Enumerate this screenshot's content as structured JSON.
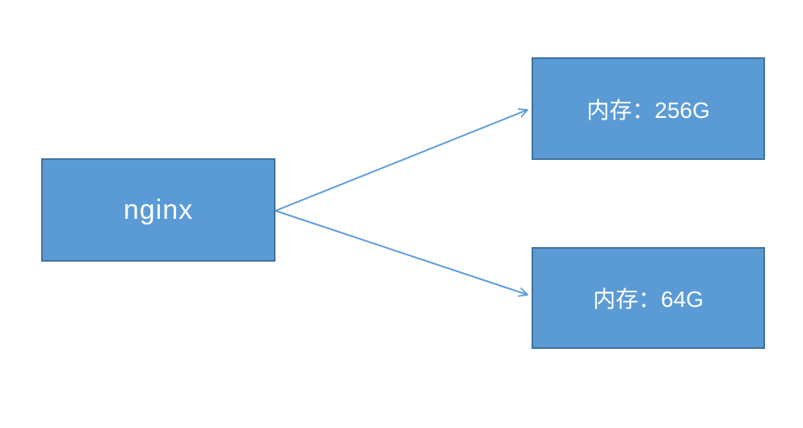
{
  "colors": {
    "background": "#ffffff",
    "node_fill": "#5b9bd5",
    "node_border": "#41719c",
    "node_text": "#ffffff",
    "arrow": "#5b9bd5"
  },
  "nodes": {
    "nginx": {
      "label": "nginx"
    },
    "memory_256": {
      "label": "内存：256G"
    },
    "memory_64": {
      "label": "内存：64G"
    }
  },
  "edges": [
    {
      "from": "nginx",
      "to": "memory_256"
    },
    {
      "from": "nginx",
      "to": "memory_64"
    }
  ]
}
